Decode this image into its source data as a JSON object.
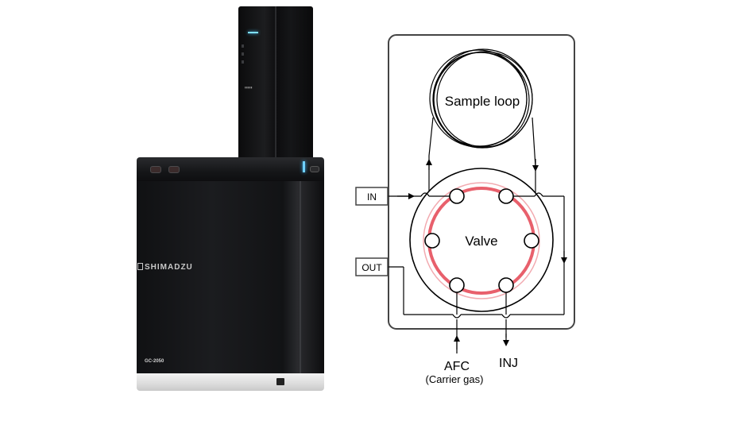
{
  "instrument": {
    "brand": "SHIMADZU",
    "model": "GC-2050"
  },
  "diagram": {
    "sample_loop_label": "Sample loop",
    "valve_label": "Valve",
    "in_label": "IN",
    "out_label": "OUT",
    "afc_label": "AFC",
    "afc_sub_label": "(Carrier gas)",
    "inj_label": "INJ"
  },
  "colors": {
    "flow_path": "#e8606c",
    "flow_path_light": "#f2aab0",
    "instrument_body": "#131416",
    "outline": "#333333"
  }
}
